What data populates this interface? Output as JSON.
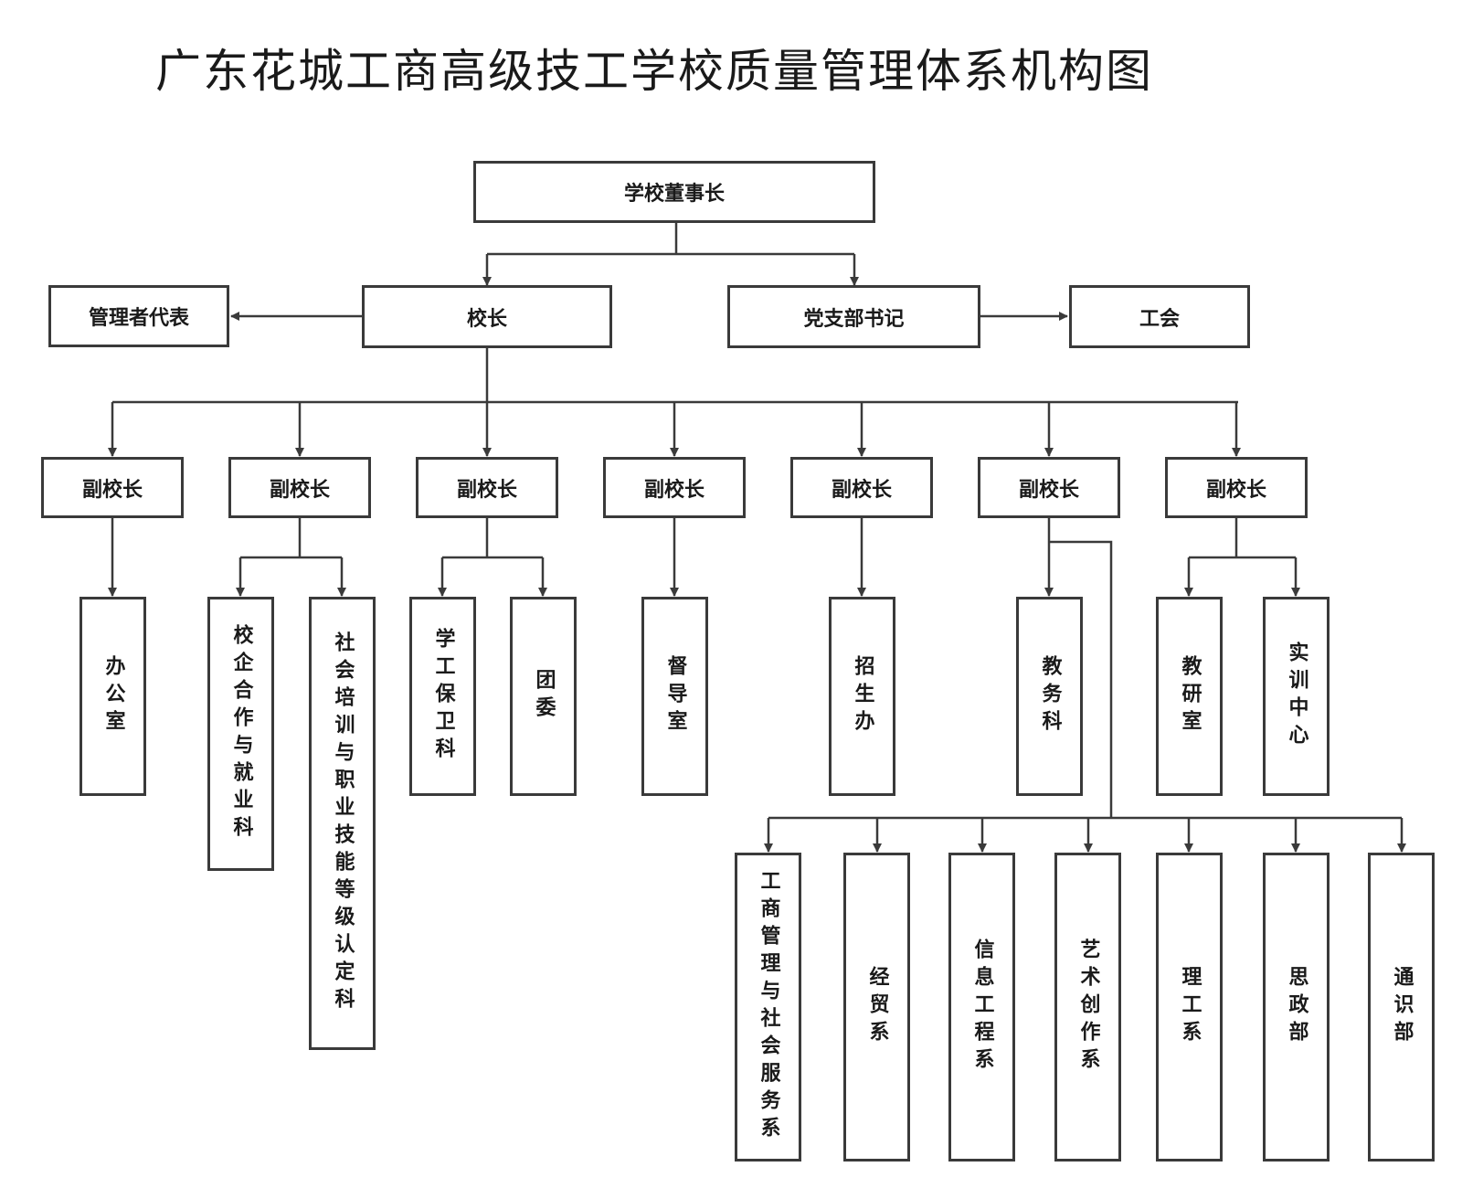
{
  "title": "广东花城工商高级技工学校质量管理体系机构图",
  "nodes": {
    "chairman": "学校董事长",
    "mgmt_rep": "管理者代表",
    "principal": "校长",
    "party_secretary": "党支部书记",
    "union": "工会",
    "vp1": "副校长",
    "vp2": "副校长",
    "vp3": "副校长",
    "vp4": "副校长",
    "vp5": "副校长",
    "vp6": "副校长",
    "vp7": "副校长",
    "office": "办公室",
    "enterprise": "校企合作与就业科",
    "training": "社会培训与职业技能等级认定科",
    "student_security": "学工保卫科",
    "youth_league": "团委",
    "supervision": "督导室",
    "admissions": "招生办",
    "academic_affairs": "教务科",
    "research": "教研室",
    "practice_center": "实训中心",
    "dept_business": "工商管理与社会服务系",
    "dept_trade": "经贸系",
    "dept_it": "信息工程系",
    "dept_art": "艺术创作系",
    "dept_science": "理工系",
    "dept_politics": "思政部",
    "dept_general": "通识部"
  },
  "colors": {
    "line": "#3a3a3a",
    "text": "#1a1a1a"
  }
}
